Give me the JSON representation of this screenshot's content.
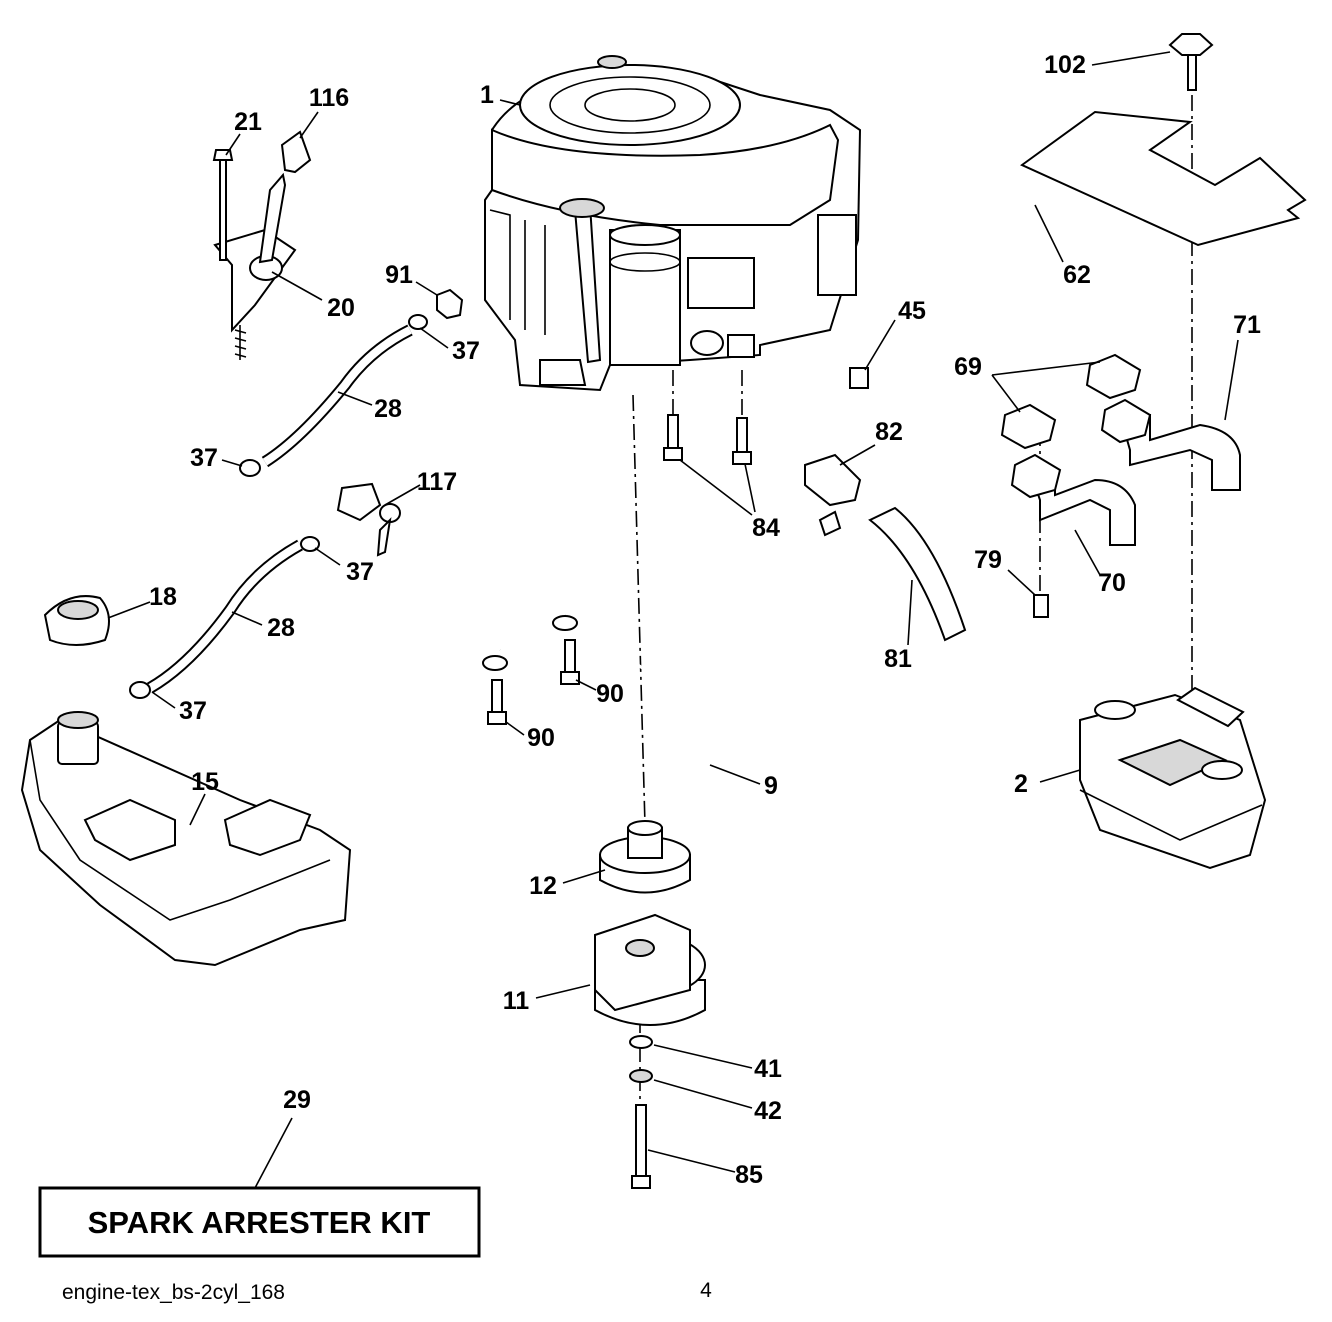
{
  "diagram": {
    "callouts": [
      "1",
      "102",
      "21",
      "116",
      "20",
      "91",
      "37",
      "28",
      "37",
      "45",
      "62",
      "71",
      "69",
      "82",
      "84",
      "117",
      "37",
      "70",
      "79",
      "18",
      "28",
      "81",
      "90",
      "37",
      "90",
      "15",
      "9",
      "2",
      "12",
      "11",
      "41",
      "42",
      "29",
      "85"
    ],
    "kit_box_label": "SPARK ARRESTER KIT",
    "footer": {
      "drawing_id": "engine-tex_bs-2cyl_168",
      "page_number": "4"
    }
  }
}
